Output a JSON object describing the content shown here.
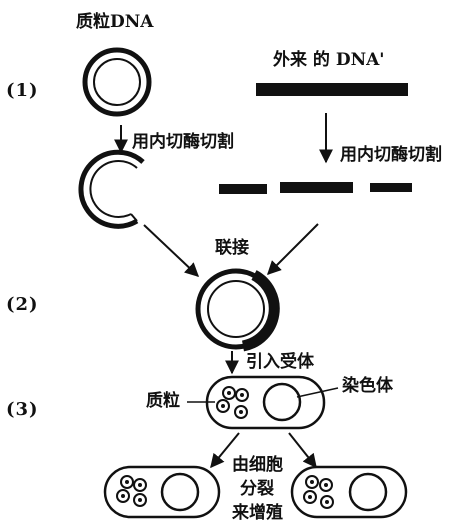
{
  "labels": {
    "plasmid_dna": "质粒DNA",
    "foreign_dna": "外来 的 DNA'",
    "cut_left": "用内切酶切割",
    "cut_right": "用内切酶切割",
    "ligation": "联接",
    "introduce": "引入受体",
    "plasmid": "质粒",
    "chromosome": "染色体",
    "division_line1": "由细胞",
    "division_line2": "分裂",
    "division_line3": "来增殖"
  },
  "steps": [
    "(1)",
    "(2)",
    "(3)"
  ],
  "colors": {
    "ink": "#111111",
    "paper": "#ffffff"
  }
}
